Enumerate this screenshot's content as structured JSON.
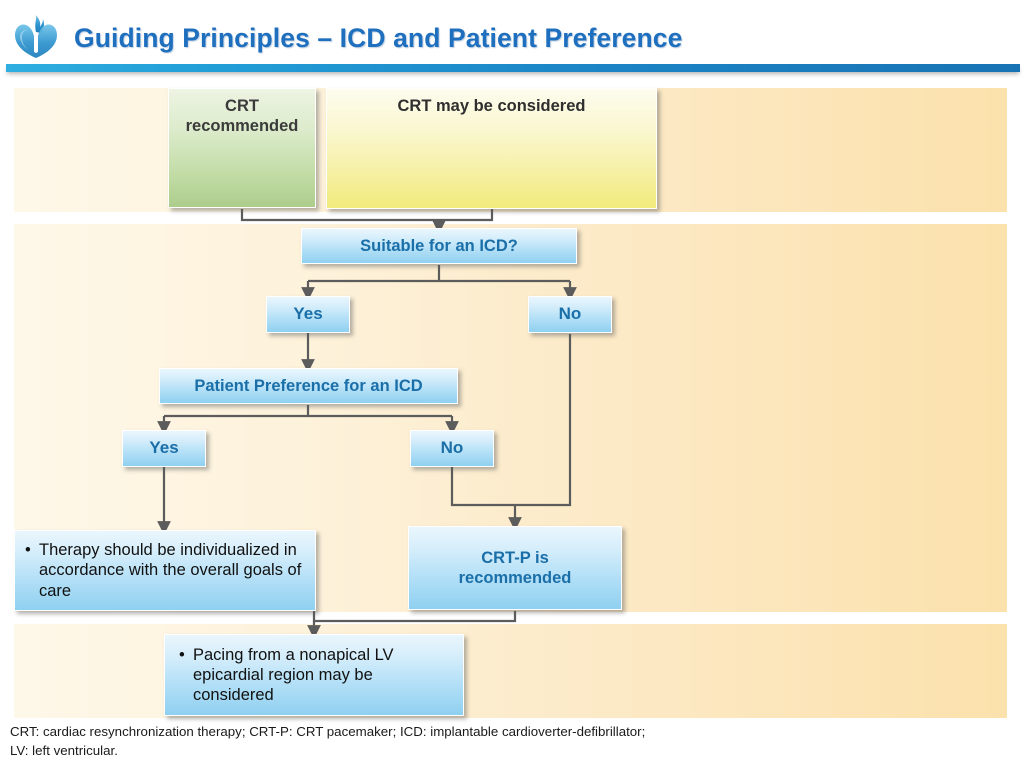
{
  "header": {
    "title": "Guiding Principles – ICD and Patient Preference",
    "logo_name": "heart-flame-logo",
    "title_color": "#1F6FBF",
    "rule_color": "#1C86C6"
  },
  "flow": {
    "nodes": {
      "crt_recommended": "CRT\nrecommended",
      "crt_recommended_line1": "CRT",
      "crt_recommended_line2": "recommended",
      "crt_may_be_considered": "CRT may be considered",
      "suitable_for_icd": "Suitable for an ICD?",
      "icd_yes": "Yes",
      "icd_no": "No",
      "patient_preference": "Patient Preference for an ICD",
      "pref_yes": "Yes",
      "pref_no": "No",
      "therapy_individualized": "Therapy should be individualized in accordance with the overall goals of care",
      "crtp_recommended_line1": "CRT-P is",
      "crtp_recommended_line2": "recommended",
      "pacing_nonapical": "Pacing from a nonapical LV epicardial region may be considered",
      "bullet_glyph": "•"
    },
    "colors": {
      "green_box": "#C2DCA6",
      "yellow_box": "#F2ED7E",
      "blue_box": "#B4E0F7",
      "blue_text": "#1B6FA8",
      "connector": "#5C5C5C",
      "band": "#FCE8C2"
    }
  },
  "footnote": {
    "line1": "CRT: cardiac resynchronization therapy; CRT-P: CRT pacemaker; ICD: implantable cardioverter-defibrillator;",
    "line2": "LV: left ventricular."
  }
}
